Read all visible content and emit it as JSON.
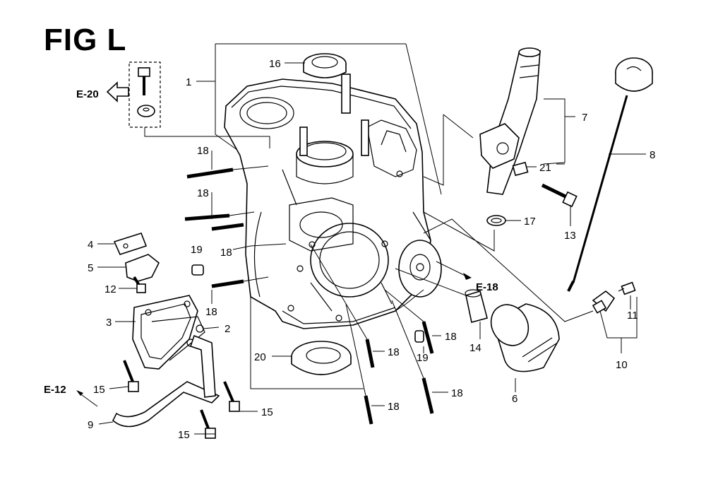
{
  "figure": {
    "title": "FIG L"
  },
  "cross_refs": {
    "e20": "E-20",
    "e12": "E-12",
    "e18": "E-18"
  },
  "callouts": {
    "c1": "1",
    "c2": "2",
    "c3": "3",
    "c4": "4",
    "c5": "5",
    "c6": "6",
    "c7": "7",
    "c8": "8",
    "c9": "9",
    "c10": "10",
    "c11": "11",
    "c12": "12",
    "c13": "13",
    "c14": "14",
    "c15a": "15",
    "c15b": "15",
    "c15c": "15",
    "c16": "16",
    "c17": "17",
    "c18a": "18",
    "c18b": "18",
    "c18c": "18",
    "c18d": "18",
    "c18e": "18",
    "c18f": "18",
    "c18g": "18",
    "c18h": "18",
    "c19a": "19",
    "c19b": "19",
    "c20": "20",
    "c21": "21"
  },
  "icons": {
    "arrow": "hollow-left-arrow",
    "pointer": "small-triangle-arrow"
  }
}
